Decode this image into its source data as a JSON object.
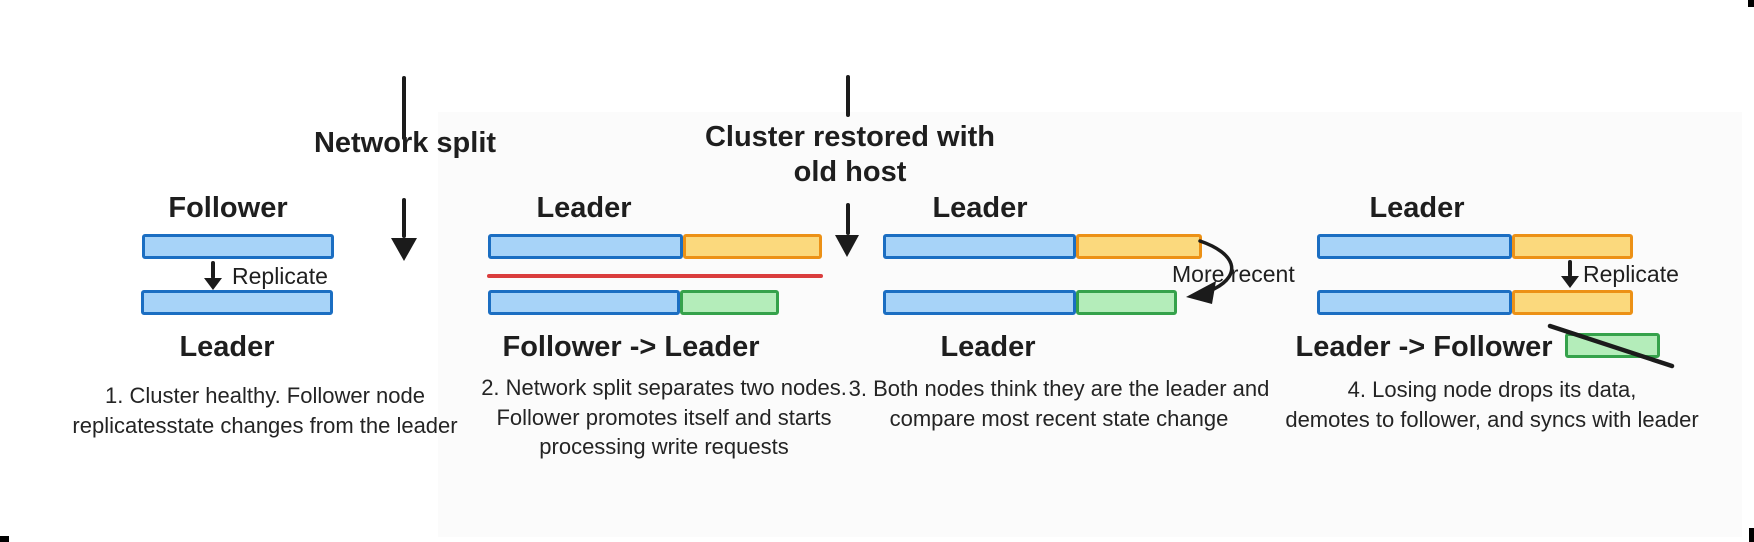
{
  "colors": {
    "blue_fill": "#a7d3f8",
    "blue_border": "#1b6ec2",
    "orange_fill": "#fbd97d",
    "orange_border": "#ec9116",
    "green_fill": "#b4edba",
    "green_border": "#35a24b",
    "red_line": "#da3d3d",
    "ink": "#1b1b1b"
  },
  "annotations": {
    "network_split": {
      "label": "Network split"
    },
    "cluster_restored": {
      "line1": "Cluster restored with",
      "line2": "old host"
    }
  },
  "panels": [
    {
      "top_label": "Follower",
      "arrow_label": "Replicate",
      "bottom_label": "Leader",
      "caption_lines": [
        "1. Cluster healthy. Follower node",
        "replicatesstate changes from the leader"
      ]
    },
    {
      "top_label": "Leader",
      "bottom_label": "Follower -> Leader",
      "caption_lines": [
        "2. Network split separates two nodes.",
        "Follower promotes itself and starts",
        "processing write requests"
      ]
    },
    {
      "top_label": "Leader",
      "arrow_label": "More recent",
      "bottom_label": "Leader",
      "caption_lines": [
        "3. Both nodes think they are the leader and",
        "compare most recent state change"
      ]
    },
    {
      "top_label": "Leader",
      "arrow_label": "Replicate",
      "bottom_label": "Leader -> Follower",
      "caption_lines": [
        "4. Losing node drops its data,",
        "demotes to follower, and syncs with leader"
      ]
    }
  ]
}
